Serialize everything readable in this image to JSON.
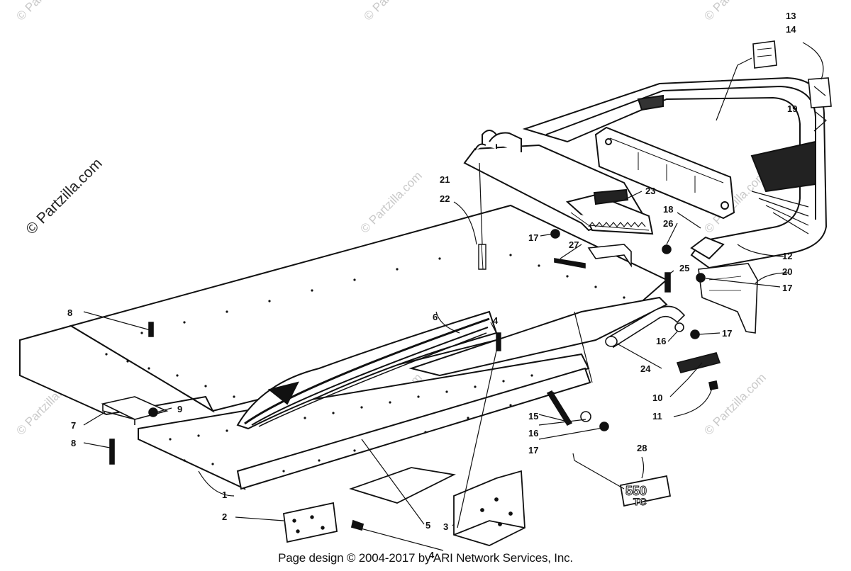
{
  "watermark_main": "© Partzilla.com",
  "watermark_faint": "© Partzilla.com",
  "footer": "Page design © 2004-2017 by ARI Network Services, Inc.",
  "badge": {
    "line1": "550",
    "line2": "TC"
  },
  "callouts": {
    "c1": "1",
    "c2": "2",
    "c3": "3",
    "c4a": "4",
    "c4b": "4",
    "c5": "5",
    "c6": "6",
    "c7": "7",
    "c8a": "8",
    "c8b": "8",
    "c9": "9",
    "c10": "10",
    "c11": "11",
    "c12": "12",
    "c13": "13",
    "c14": "14",
    "c15": "15",
    "c16a": "16",
    "c16b": "16",
    "c17a": "17",
    "c17b": "17",
    "c17c": "17",
    "c17d": "17",
    "c18": "18",
    "c19": "19",
    "c20": "20",
    "c21": "21",
    "c22": "22",
    "c23": "23",
    "c24": "24",
    "c25": "25",
    "c26": "26",
    "c27": "27",
    "c28": "28"
  }
}
